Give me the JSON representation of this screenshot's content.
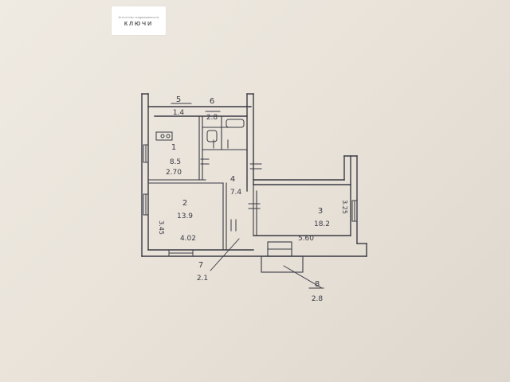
{
  "watermark": {
    "subtitle": "Агентство недвижимости",
    "title": "КЛЮЧИ"
  },
  "rooms": {
    "r1": {
      "number": "1",
      "area": "8.5",
      "dim": "2.70"
    },
    "r2": {
      "number": "2",
      "area": "13.9",
      "dim_bottom": "4.02",
      "dim_side": "3.45"
    },
    "r3": {
      "number": "3",
      "area": "18.2",
      "dim_bottom": "5.60",
      "dim_side": "3.25"
    },
    "r4": {
      "number": "4",
      "area": "7.4"
    },
    "r5": {
      "number": "5",
      "area": "1.4"
    },
    "r6": {
      "number": "6",
      "area": "2.8"
    },
    "r7": {
      "number": "7",
      "area": "2.1"
    },
    "r8": {
      "number": "8",
      "area": "2.8"
    }
  },
  "colors": {
    "ink": "#3a3a44",
    "paper": "#ebe6de"
  }
}
